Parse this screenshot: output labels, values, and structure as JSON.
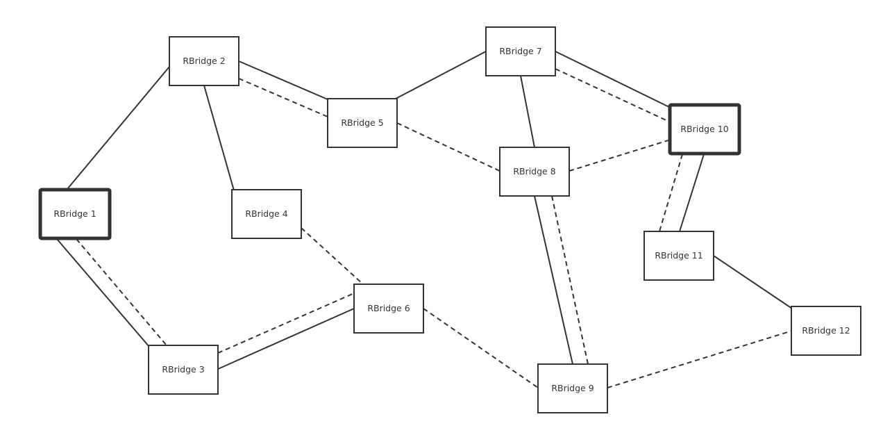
{
  "colors": {
    "stroke": "#333333",
    "node_fill": "#ffffff",
    "background": "#ffffff"
  },
  "nodes": [
    {
      "id": "rb1",
      "label": "RBridge 1",
      "highlighted": true
    },
    {
      "id": "rb2",
      "label": "RBridge 2",
      "highlighted": false
    },
    {
      "id": "rb3",
      "label": "RBridge 3",
      "highlighted": false
    },
    {
      "id": "rb4",
      "label": "RBridge 4",
      "highlighted": false
    },
    {
      "id": "rb5",
      "label": "RBridge 5",
      "highlighted": false
    },
    {
      "id": "rb6",
      "label": "RBridge 6",
      "highlighted": false
    },
    {
      "id": "rb7",
      "label": "RBridge 7",
      "highlighted": false
    },
    {
      "id": "rb8",
      "label": "RBridge 8",
      "highlighted": false
    },
    {
      "id": "rb9",
      "label": "RBridge 9",
      "highlighted": false
    },
    {
      "id": "rb10",
      "label": "RBridge 10",
      "highlighted": true
    },
    {
      "id": "rb11",
      "label": "RBridge 11",
      "highlighted": false
    },
    {
      "id": "rb12",
      "label": "RBridge 12",
      "highlighted": false
    }
  ],
  "links": [
    {
      "from": "rb1",
      "to": "rb2",
      "style": "solid"
    },
    {
      "from": "rb1",
      "to": "rb3",
      "style": "solid"
    },
    {
      "from": "rb1",
      "to": "rb3",
      "style": "dashed"
    },
    {
      "from": "rb2",
      "to": "rb4",
      "style": "solid"
    },
    {
      "from": "rb2",
      "to": "rb5",
      "style": "solid"
    },
    {
      "from": "rb2",
      "to": "rb5",
      "style": "dashed"
    },
    {
      "from": "rb4",
      "to": "rb6",
      "style": "dashed"
    },
    {
      "from": "rb3",
      "to": "rb6",
      "style": "solid"
    },
    {
      "from": "rb3",
      "to": "rb6",
      "style": "dashed"
    },
    {
      "from": "rb5",
      "to": "rb7",
      "style": "solid"
    },
    {
      "from": "rb5",
      "to": "rb8",
      "style": "dashed"
    },
    {
      "from": "rb7",
      "to": "rb8",
      "style": "solid"
    },
    {
      "from": "rb7",
      "to": "rb10",
      "style": "solid"
    },
    {
      "from": "rb7",
      "to": "rb10",
      "style": "dashed"
    },
    {
      "from": "rb8",
      "to": "rb10",
      "style": "dashed"
    },
    {
      "from": "rb8",
      "to": "rb9",
      "style": "solid"
    },
    {
      "from": "rb8",
      "to": "rb9",
      "style": "dashed"
    },
    {
      "from": "rb6",
      "to": "rb9",
      "style": "dashed"
    },
    {
      "from": "rb10",
      "to": "rb11",
      "style": "solid"
    },
    {
      "from": "rb10",
      "to": "rb11",
      "style": "dashed"
    },
    {
      "from": "rb11",
      "to": "rb12",
      "style": "solid"
    },
    {
      "from": "rb9",
      "to": "rb12",
      "style": "dashed"
    }
  ]
}
